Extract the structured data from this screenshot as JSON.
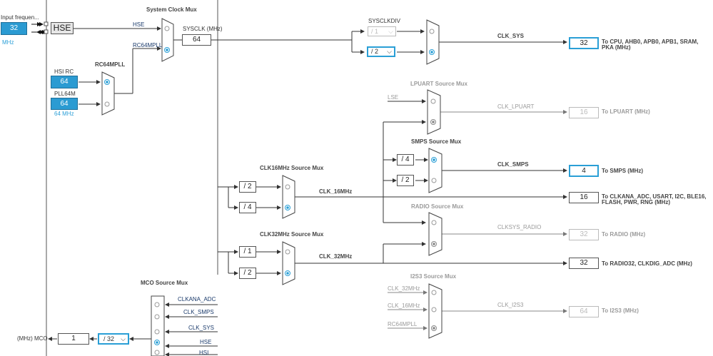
{
  "left": {
    "input_frequency_label": "Input frequen...",
    "input_frequency_value": "32",
    "input_frequency_unit": "MHz",
    "hse": "HSE",
    "hsi_rc_label": "HSI RC",
    "hsi_rc_value": "64",
    "pll64m_label": "PLL64M",
    "pll64m_value": "64",
    "pll64m_freq": "64 MHz",
    "rc64mpll": "RC64MPLL"
  },
  "sysclk_mux": {
    "title": "System Clock Mux",
    "in1": "HSE",
    "in2": "RC64MPLL",
    "sysclk_label": "SYSCLK (MHz)",
    "sysclk_value": "64"
  },
  "sysclkdiv": {
    "label": "SYSCLKDIV",
    "opt_dim": "/ 1",
    "opt_sel": "/ 2"
  },
  "outputs": [
    {
      "signal": "CLK_SYS",
      "value": "32",
      "dest": "To CPU, AHB0, APB0, APB1, SRAM,",
      "dest2": "PKA (MHz)"
    },
    {
      "signal": "CLK_LPUART",
      "value": "16",
      "dest": "To LPUART (MHz)"
    },
    {
      "signal": "CLK_SMPS",
      "value": "4",
      "dest": "To SMPS (MHz)"
    },
    {
      "signal": "CLK_16MHz",
      "value": "16",
      "dest": "To CLKANA_ADC, USART, I2C, BLE16,",
      "dest2": "FLASH, PWR, RNG (MHz)"
    },
    {
      "signal": "CLKSYS_RADIO",
      "value": "32",
      "dest": "To RADIO (MHz)"
    },
    {
      "signal": "CLK_32MHz",
      "value": "32",
      "dest": "To RADIO32, CLKDIG_ADC (MHz)"
    },
    {
      "signal": "CLK_I2S3",
      "value": "64",
      "dest": "To I2S3 (MHz)"
    }
  ],
  "lpuart_mux": {
    "title": "LPUART Source Mux",
    "in1": "LSE"
  },
  "smps_mux": {
    "title": "SMPS Source Mux",
    "div1": "/ 4",
    "div2": "/ 2"
  },
  "clk16_mux": {
    "title": "CLK16MHz Source Mux",
    "div1": "/ 2",
    "div2": "/ 4"
  },
  "radio_mux": {
    "title": "RADIO Source Mux"
  },
  "clk32_mux": {
    "title": "CLK32MHz Source Mux",
    "div1": "/ 1",
    "div2": "/ 2"
  },
  "i2s3_mux": {
    "title": "I2S3 Source Mux",
    "in1": "CLK_32MHz",
    "in2": "CLK_16MHz",
    "in3": "RC64MPLL"
  },
  "mco": {
    "title": "MCO Source Mux",
    "inputs": [
      "CLKANA_ADC",
      "CLK_SMPS",
      "CLK_SYS",
      "HSE",
      "HSI"
    ],
    "out_label": "(MHz) MCO",
    "out_value": "1",
    "divider": "/ 32"
  }
}
